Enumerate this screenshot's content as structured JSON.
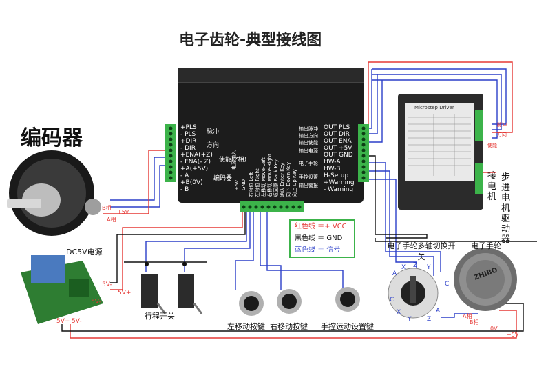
{
  "title": "电子齿轮-典型接线图",
  "encoder": {
    "label": "编码器"
  },
  "power": {
    "label": "DC5V电源"
  },
  "controller": {
    "left_terminals": [
      "+PLS",
      "- PLS",
      "+DIR",
      "- DIR",
      "+ENA(+Z)",
      "- ENA(- Z)",
      "+A(+5V)",
      "- A",
      "+B(0V)",
      "- B"
    ],
    "left_groups": [
      "脉冲",
      "方向",
      "使能(Z相)",
      "编码器"
    ],
    "right_terminals": [
      "OUT PLS",
      "OUT DIR",
      "OUT ENA",
      "OUT +5V",
      "OUT GND",
      "HW-A",
      "HW-B",
      "H-Setup",
      "+Warning",
      "- Warning"
    ],
    "right_groups": [
      "输出脉冲",
      "输出方向",
      "输出使能",
      "输出电源",
      "电子手轮",
      "手控设置",
      "输出警报"
    ],
    "bottom_terminals": [
      "+5V",
      "GND",
      "右限位 Left",
      "左限位 Right",
      "左移动 Move-Left",
      "右移动 Move-Right",
      "返回原 Back Key",
      "确认 Enter Key",
      "向下 Down Key",
      "向上 Up Key",
      "电源输入"
    ]
  },
  "driver": {
    "name": "Microstep Driver",
    "side_labels": [
      "脉冲",
      "方向",
      "使能"
    ],
    "label_a": "接电机",
    "label_b": "步进电机驱动器"
  },
  "legend": [
    {
      "text": "红色线 ＝+ VCC",
      "color": "#e53935"
    },
    {
      "text": "黑色线 ＝ GND",
      "color": "#111111"
    },
    {
      "text": "蓝色线 ＝ 信号",
      "color": "#2b3fc9"
    }
  ],
  "wire_labels": {
    "b_phase": "B相",
    "plus5v": "+5V",
    "a_phase": "A相",
    "v5minus": "5V-",
    "v5plus": "5V+",
    "zero_v": "0V",
    "five_v_plus": "+5V"
  },
  "captions": {
    "limit_switch": "行程开关",
    "left_button": "左移动按键",
    "right_button": "右移动按键",
    "setup_button": "手控运动设置键",
    "multi_switch": "电子手轮多轴切换开关",
    "handwheel": "电子手轮",
    "handwheel_brand": "ZHIBO"
  },
  "switch_letters": [
    "X",
    "Y",
    "Z",
    "A",
    "C"
  ],
  "colors": {
    "red": "#e53935",
    "black": "#111111",
    "blue": "#2b3fc9",
    "green_terminal": "#3cb34a",
    "dark_case": "#1c1c1c"
  }
}
